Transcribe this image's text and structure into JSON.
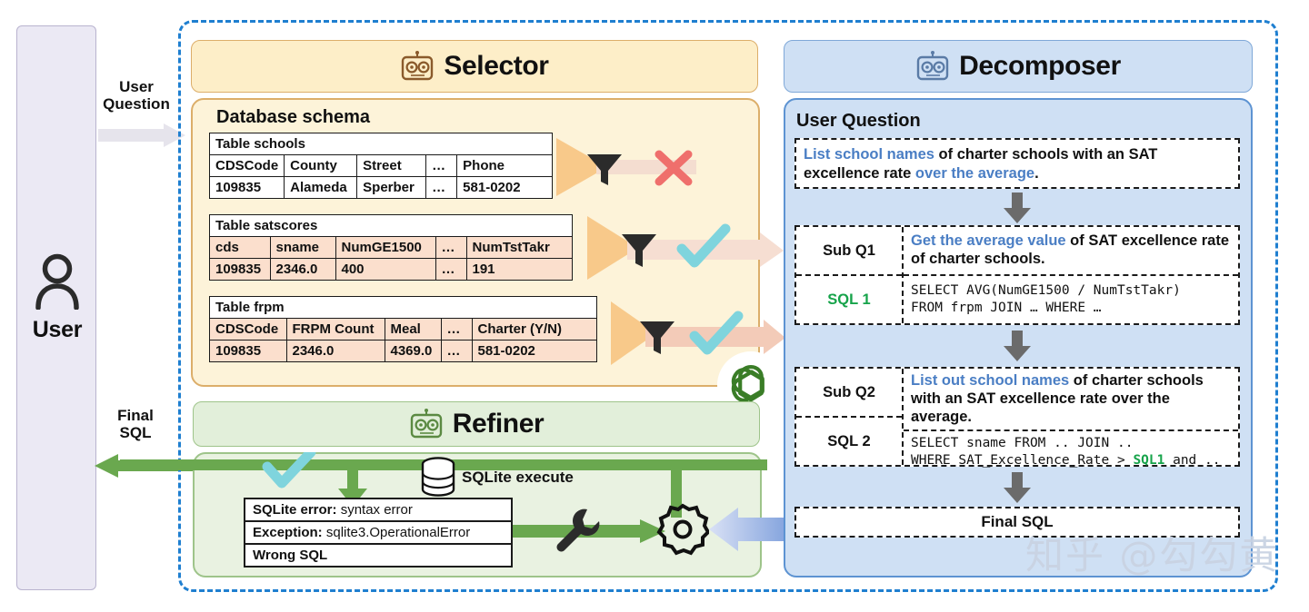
{
  "user": {
    "label": "User",
    "icon": "user-icon"
  },
  "flows": {
    "user_question_label": "User\nQuestion",
    "final_sql_label": "Final\nSQL",
    "in_arrow_color": "#e6e4ec",
    "out_arrow_color": "#6aa84f"
  },
  "system": {
    "border_color": "#1f7fd0",
    "border_style": "dashed"
  },
  "selector": {
    "title": "Selector",
    "icon": "robot-icon",
    "accent": "#dcae6a",
    "header_bg": "#fdeec8",
    "body_bg": "#fdf3d9",
    "schema_title": "Database schema",
    "tables": [
      {
        "name": "Table schools",
        "shaded": false,
        "columns": [
          "CDSCode",
          "County",
          "Street",
          "…",
          "Phone"
        ],
        "row": [
          "109835",
          "Alameda",
          "Sperber",
          "…",
          "581-0202"
        ],
        "decision": "reject",
        "decision_icon": "cross-icon"
      },
      {
        "name": "Table satscores",
        "shaded": true,
        "columns": [
          "cds",
          "sname",
          "NumGE1500",
          "…",
          "NumTstTakr"
        ],
        "row": [
          "109835",
          "2346.0",
          "400",
          "…",
          "191"
        ],
        "decision": "accept",
        "decision_icon": "check-icon"
      },
      {
        "name": "Table frpm",
        "shaded": true,
        "columns": [
          "CDSCode",
          "FRPM Count",
          "Meal",
          "…",
          "Charter (Y/N)"
        ],
        "row": [
          "109835",
          "2346.0",
          "4369.0",
          "…",
          "581-0202"
        ],
        "decision": "accept",
        "decision_icon": "check-icon"
      }
    ]
  },
  "decomposer": {
    "title": "Decomposer",
    "icon": "robot-icon",
    "accent": "#5d93d2",
    "header_bg": "#cfe0f4",
    "body_bg": "#cfe0f4",
    "user_question_title": "User Question",
    "user_question": {
      "highlight_1": "List school names",
      "middle": " of charter schools with an SAT excellence rate ",
      "highlight_2": "over the average",
      "tail": "."
    },
    "steps": [
      {
        "q_tag": "Sub Q1",
        "sql_tag": "SQL 1",
        "q_highlight": "Get the average value",
        "q_rest": " of SAT excellence rate of charter schools.",
        "sql_line_1": "SELECT AVG(NumGE1500 / NumTstTakr)",
        "sql_line_2": "FROM frpm JOIN … WHERE …",
        "sql_ref": ""
      },
      {
        "q_tag": "Sub Q2",
        "sql_tag": "SQL 2",
        "q_highlight": "List out school names",
        "q_rest": " of charter schools with an SAT excellence rate over the average.",
        "sql_line_1": "SELECT sname FROM .. JOIN ..",
        "sql_line_2_pre": "WHERE SAT_Excellence_Rate > ",
        "sql_ref": "SQL1",
        "sql_line_2_post": " and .."
      }
    ],
    "final_sql_label": "Final SQL"
  },
  "refiner": {
    "title": "Refiner",
    "icon": "robot-icon",
    "accent": "#9ec48a",
    "header_bg": "#e2efda",
    "body_bg": "#e9f2e1",
    "sqlite_execute_label": "SQLite execute",
    "sqlite_icon": "database-icon",
    "gear_icon": "gear-icon",
    "wrench_icon": "wrench-icon",
    "check_icon": "check-icon",
    "error_rows": [
      {
        "label": "SQLite error:",
        "value": " syntax error"
      },
      {
        "label": "Exception:",
        "value": " sqlite3.OperationalError"
      },
      {
        "label": "Wrong SQL",
        "value": ""
      }
    ]
  },
  "branding": {
    "openai_logo": "openai-icon",
    "openai_color": "#3a7d27",
    "watermark": "知乎 @勾勾黄"
  }
}
